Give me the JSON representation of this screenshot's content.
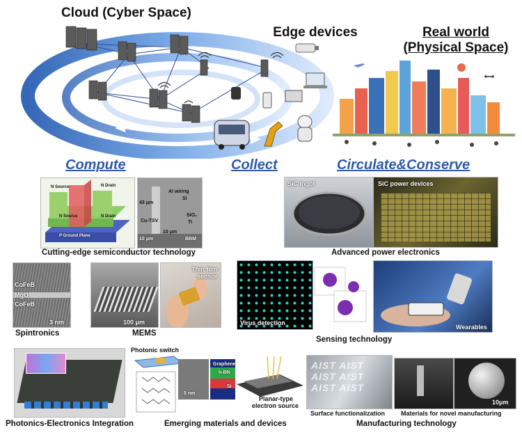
{
  "diagram": {
    "cloud_title": "Cloud (Cyber Space)",
    "edge_title": "Edge devices",
    "real_world_title_line1": "Real world",
    "real_world_title_line2": "(Physical Space)",
    "sections": {
      "compute": "Compute",
      "collect": "Collect",
      "circulate": "Circulate&Conserve"
    },
    "captions": {
      "semiconductor": "Cutting-edge semiconductor technology",
      "power": "Advanced power electronics",
      "spintronics": "Spintronics",
      "mems": "MEMS",
      "sensing": "Sensing technology",
      "photonics": "Photonics-Electronics Integration",
      "emerging": "Emerging materials and devices",
      "manufacturing": "Manufacturing technology",
      "surface": "Surface functionalization",
      "novel_materials": "Materials for novel manufacturing"
    },
    "image_labels": {
      "n_source_1": "N Source",
      "n_drain_1": "N Drain",
      "n_source_2": "N Source",
      "n_drain_2": "N Drain",
      "p_ground_plane": "P Ground Plane",
      "al_wiring": "Al wiring",
      "si": "Si",
      "dim_43um": "43 μm",
      "cu_tsv": "Cu-TSV",
      "sio2": "SiO₂",
      "ti": "Ti",
      "scale_10um": "10 μm",
      "dim_10um": "10 μm",
      "bbm": "BBM",
      "sic_ingot": "SiC ingot",
      "sic_power_devices": "SiC power devices",
      "cofeb_top": "CoFeB",
      "mgo": "MgO",
      "cofeb_bottom": "CoFeB",
      "scale_3nm": "3 nm",
      "scale_100um": "100 μm",
      "thin_film_sensor_1": "Thin film",
      "thin_film_sensor_2": "sensor",
      "virus_detection": "Virus detection",
      "wearables": "Wearables",
      "photonic_switch": "Photonic switch",
      "graphene": "Graphene",
      "hbn": "h-BN",
      "si_layer": "Si",
      "scale_5nm": "5 nm",
      "planar_type_1": "Planar-type",
      "planar_type_2": "electron source",
      "aist": "AIST",
      "scale_10um_sphere": "10μm"
    },
    "colors": {
      "section_blue": "#2e5aa8",
      "orbit_blue": "#2f6bc4"
    }
  }
}
